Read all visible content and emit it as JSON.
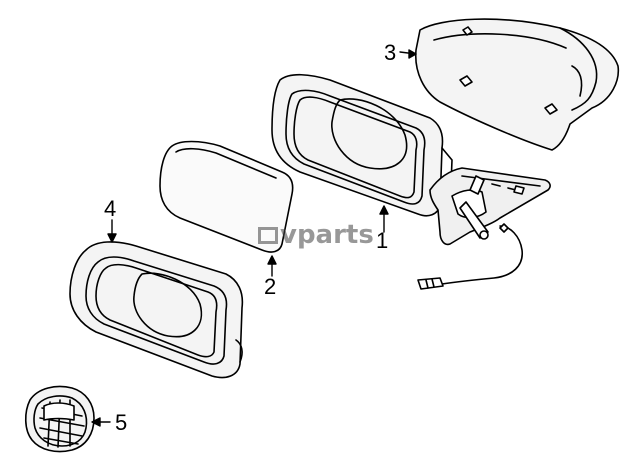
{
  "callouts": {
    "c1": "1",
    "c2": "2",
    "c3": "3",
    "c4": "4",
    "c5": "5"
  },
  "watermark": {
    "text": "vparts"
  },
  "colors": {
    "line": "#000000",
    "shade": "#e8e8e8",
    "background": "#ffffff"
  }
}
